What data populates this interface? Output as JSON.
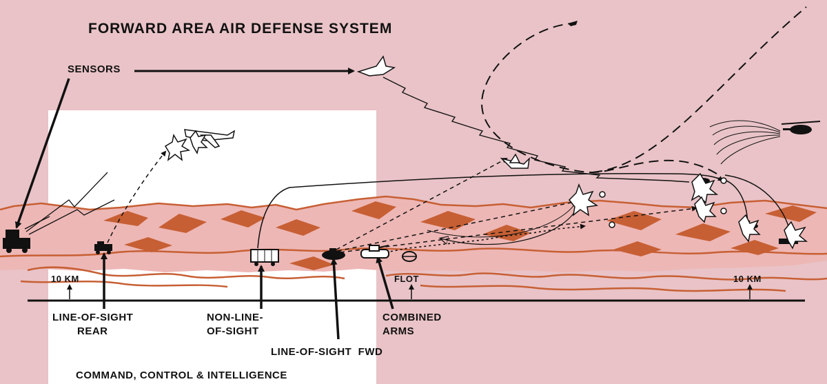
{
  "title": "FORWARD AREA AIR DEFENSE SYSTEM",
  "sensors_label": "SENSORS",
  "range_marker_left": "10 KM",
  "range_marker_right": "10 KM",
  "flot_label": "FLOT",
  "components": {
    "los_rear": [
      "LINE-OF-SIGHT",
      "REAR"
    ],
    "nlos": [
      "NON-LINE-",
      "OF-SIGHT"
    ],
    "combined_arms": [
      "COMBINED",
      "ARMS"
    ],
    "los_fwd": "LINE-OF-SIGHT  FWD"
  },
  "c3i_label": "COMMAND, CONTROL & INTELLIGENCE",
  "colors": {
    "background": "#e9c3c7",
    "panel": "#ffffff",
    "terrain": "#c75f34",
    "ink": "#111111"
  }
}
